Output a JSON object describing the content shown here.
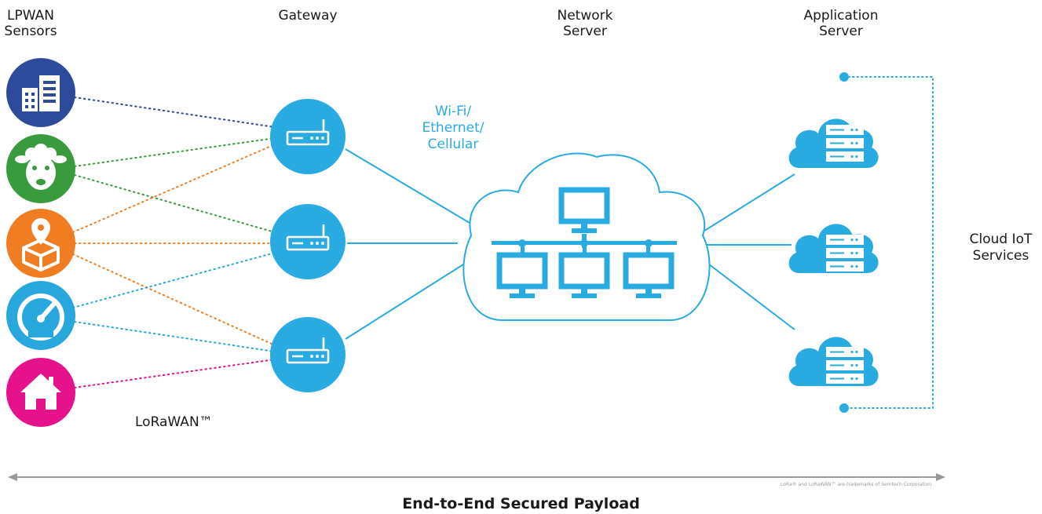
{
  "headers": {
    "sensors": [
      "LPWAN",
      "Sensors"
    ],
    "gateway": "Gateway",
    "network_server": [
      "Network",
      "Server"
    ],
    "application_server": [
      "Application",
      "Server"
    ]
  },
  "backhaul_label": [
    "Wi-Fi/",
    "Ethernet/",
    "Cellular"
  ],
  "protocol_label": "LoRaWAN™",
  "cloud_services_label": [
    "Cloud IoT",
    "Services"
  ],
  "footer_title": "End-to-End Secured Payload",
  "trademark_note": "LoRa® and LoRaWAN™ are trademarks of Semtech Corporation.",
  "sensors": [
    {
      "icon": "building-icon",
      "color": "#2e4a9b"
    },
    {
      "icon": "sheep-icon",
      "color": "#3a9a3e"
    },
    {
      "icon": "package-location-icon",
      "color": "#f07d22"
    },
    {
      "icon": "gauge-icon",
      "color": "#27a7dc"
    },
    {
      "icon": "home-icon",
      "color": "#e5128c"
    }
  ],
  "colors": {
    "accent_blue": "#29abe2",
    "gateway_blue": "#29abe2",
    "cloud_fill": "#29abe2",
    "text": "#1a1a1a"
  }
}
